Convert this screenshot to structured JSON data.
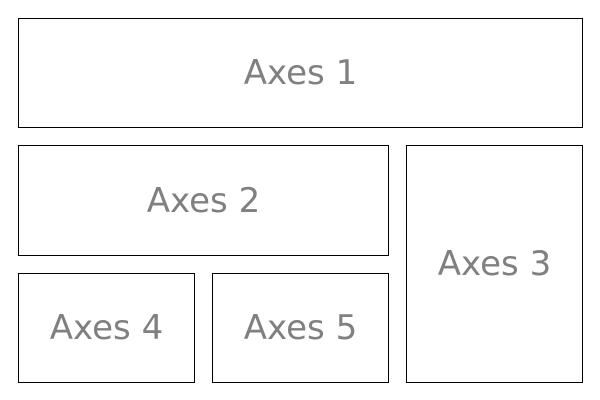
{
  "figure": {
    "background": "#ffffff",
    "label_color": "#808080",
    "border_color": "#000000"
  },
  "axes": [
    {
      "id": "ax1",
      "label": "Axes 1"
    },
    {
      "id": "ax2",
      "label": "Axes 2"
    },
    {
      "id": "ax3",
      "label": "Axes 3"
    },
    {
      "id": "ax4",
      "label": "Axes 4"
    },
    {
      "id": "ax5",
      "label": "Axes 5"
    }
  ]
}
